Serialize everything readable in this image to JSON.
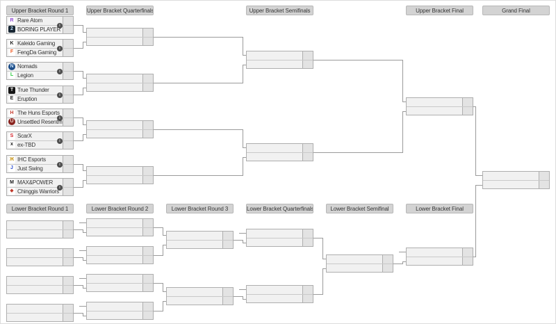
{
  "headers": {
    "upper": [
      {
        "label": "Upper Bracket Round 1"
      },
      {
        "label": "Upper Bracket Quarterfinals"
      },
      {
        "label": "Upper Bracket Semifinals"
      },
      {
        "label": "Upper Bracket Final"
      },
      {
        "label": "Grand Final"
      }
    ],
    "lower": [
      {
        "label": "Lower Bracket Round 1"
      },
      {
        "label": "Lower Bracket Round 2"
      },
      {
        "label": "Lower Bracket Round 3"
      },
      {
        "label": "Lower Bracket Quarterfinals"
      },
      {
        "label": "Lower Bracket Semifinal"
      },
      {
        "label": "Lower Bracket Final"
      }
    ]
  },
  "upper_round1_matches": [
    {
      "team1": {
        "name": "Rare Atom",
        "score": "",
        "logo_glyph": "R",
        "logo_color": "#8f49d4",
        "logo_bg": "#ffffff",
        "logo_shape": "square"
      },
      "team2": {
        "name": "BORING PLAYER",
        "score": "",
        "logo_glyph": "2",
        "logo_color": "#bfe0ff",
        "logo_bg": "#182633",
        "logo_shape": "square"
      }
    },
    {
      "team1": {
        "name": "Kaleido Gaming",
        "score": "",
        "logo_glyph": "K",
        "logo_color": "#1c1c1c",
        "logo_bg": "#ffffff",
        "logo_shape": "square"
      },
      "team2": {
        "name": "FengDa Gaming",
        "score": "",
        "logo_glyph": "F",
        "logo_color": "#f2591f",
        "logo_bg": "#ffffff",
        "logo_shape": "square"
      }
    },
    {
      "team1": {
        "name": "Nomads",
        "score": "",
        "logo_glyph": "N",
        "logo_color": "#cfe8ff",
        "logo_bg": "#1d4e89",
        "logo_shape": "circle"
      },
      "team2": {
        "name": "Legion",
        "score": "",
        "logo_glyph": "L",
        "logo_color": "#2ecc40",
        "logo_bg": "#ffffff",
        "logo_shape": "square"
      }
    },
    {
      "team1": {
        "name": "True Thunder",
        "score": "",
        "logo_glyph": "T",
        "logo_color": "#ffffff",
        "logo_bg": "#151515",
        "logo_shape": "square"
      },
      "team2": {
        "name": "Eruption",
        "score": "",
        "logo_glyph": "E",
        "logo_color": "#1c1c1c",
        "logo_bg": "#ffffff",
        "logo_shape": "square"
      }
    },
    {
      "team1": {
        "name": "The Huns Esports",
        "score": "",
        "logo_glyph": "H",
        "logo_color": "#c63d2f",
        "logo_bg": "#ffffff",
        "logo_shape": "square"
      },
      "team2": {
        "name": "Unsettled Resentment",
        "score": "",
        "logo_glyph": "U",
        "logo_color": "#f3d9cf",
        "logo_bg": "#8a2420",
        "logo_shape": "circle"
      }
    },
    {
      "team1": {
        "name": "ScarX",
        "score": "",
        "logo_glyph": "S",
        "logo_color": "#d42027",
        "logo_bg": "#ffffff",
        "logo_shape": "square"
      },
      "team2": {
        "name": "ex-TBD",
        "score": "",
        "logo_glyph": "x",
        "logo_color": "#161616",
        "logo_bg": "#ffffff",
        "logo_shape": "square"
      }
    },
    {
      "team1": {
        "name": "IHC Esports",
        "score": "",
        "logo_glyph": "Ж",
        "logo_color": "#c9961a",
        "logo_bg": "#ffffff",
        "logo_shape": "square"
      },
      "team2": {
        "name": "Just Swing",
        "score": "",
        "logo_glyph": "J",
        "logo_color": "#2d4fd1",
        "logo_bg": "#ffffff",
        "logo_shape": "square"
      }
    },
    {
      "team1": {
        "name": "MAX&POWER",
        "score": "",
        "logo_glyph": "M",
        "logo_color": "#161616",
        "logo_bg": "#ffffff",
        "logo_shape": "square"
      },
      "team2": {
        "name": "Chinggis Warriors",
        "score": "",
        "logo_glyph": "◆",
        "logo_color": "#c0392b",
        "logo_bg": "#ffffff",
        "logo_shape": "square"
      }
    }
  ],
  "info_icon": {
    "glyph": "i"
  },
  "colors": {
    "header_bg": "#d3d3d3",
    "header_border": "#b7b7b7",
    "header_text": "#333333",
    "row_bg": "#f1f1f1",
    "score_bg": "#e3e3e3",
    "box_border": "#aeaeae",
    "row_divider": "#c9c9c9",
    "connector": "#9a9a9a",
    "info_icon_bg": "#4d4d4d",
    "team_text": "#333333"
  }
}
